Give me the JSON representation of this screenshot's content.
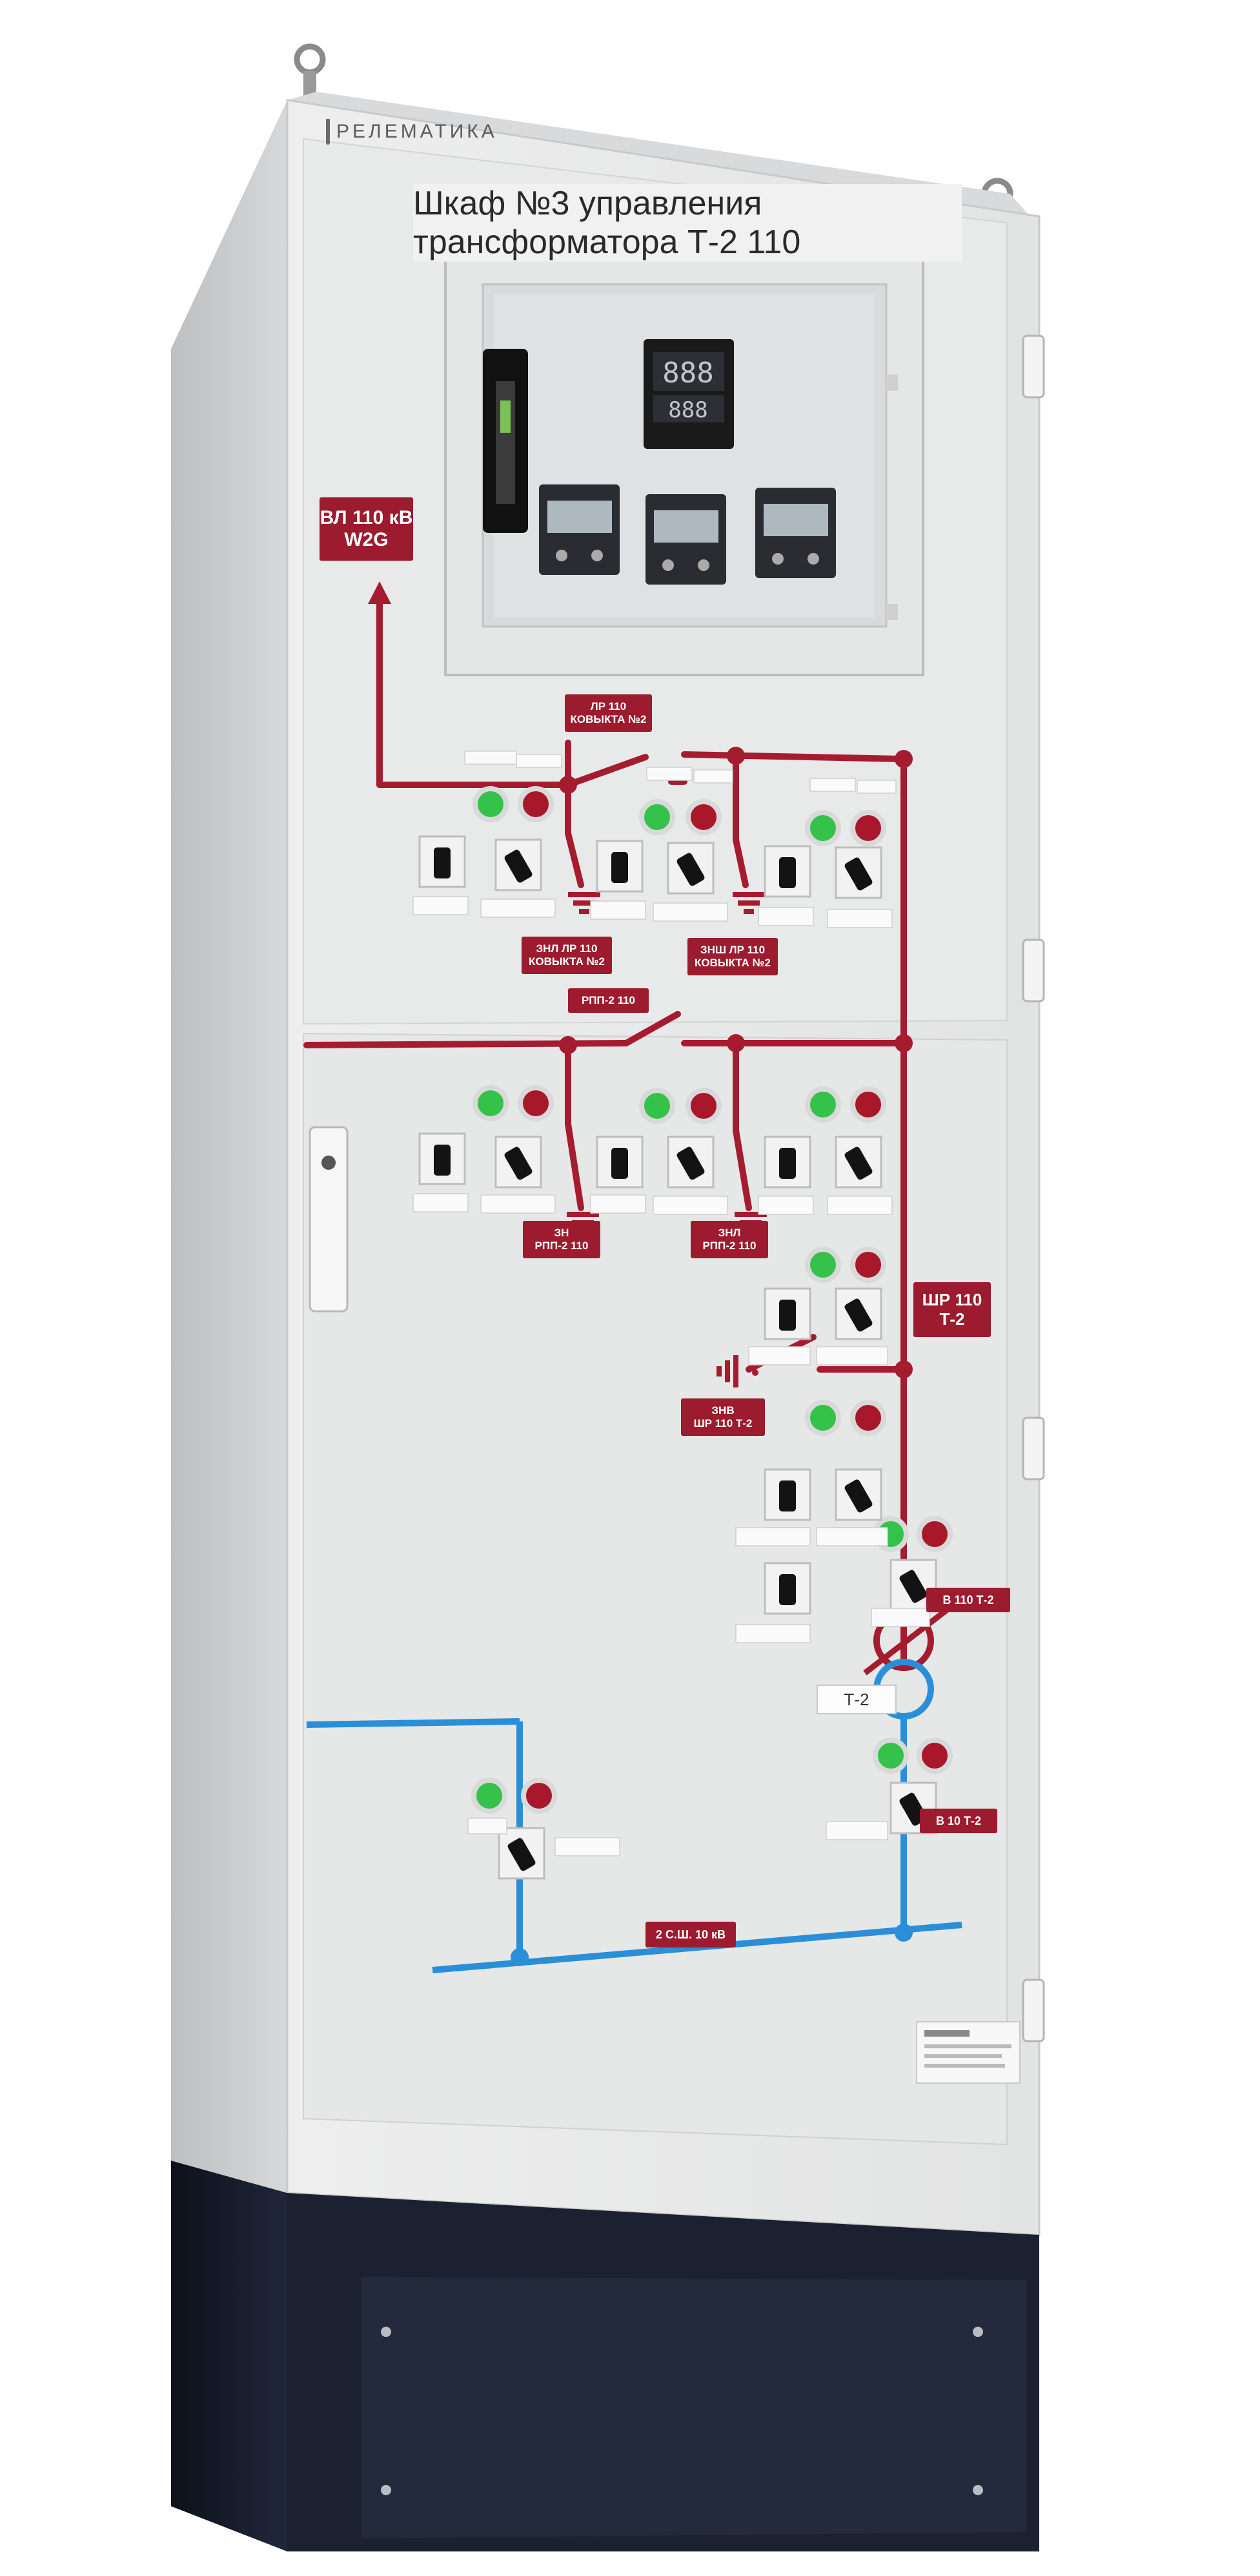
{
  "cabinet": {
    "brand": "РЕЛЕМАТИКА",
    "title": "Шкаф №3 управления трансформатора Т-2 110"
  },
  "tags": {
    "vl": [
      "ВЛ 110 кВ",
      "W2G"
    ],
    "lr": [
      "ЛР 110",
      "КОВЫКТА №2"
    ],
    "znl_lr": [
      "ЗНЛ ЛР 110",
      "КОВЫКТА №2"
    ],
    "znsh_lr": [
      "ЗНШ ЛР 110",
      "КОВЫКТА №2"
    ],
    "rpp": [
      "РПП-2 110"
    ],
    "zn_rpp": [
      "ЗН",
      "РПП-2 110"
    ],
    "znl_rpp": [
      "ЗНЛ",
      "РПП-2 110"
    ],
    "shr": [
      "ШР 110",
      "Т-2"
    ],
    "znv": [
      "ЗНВ",
      "ШР 110 Т-2"
    ],
    "v110": [
      "В 110 Т-2"
    ],
    "v10": [
      "В 10 Т-2"
    ],
    "bus10": [
      "2 С.Ш. 10 кВ"
    ]
  },
  "transformer_plate": "Т-2",
  "colors": {
    "enclosure": "#e9eaea",
    "door": "#e4e5e5",
    "plinth": "#1c2130",
    "mimic_red": "#a51c30",
    "mimic_blue": "#2a8fd8",
    "lamp_green": "#33c24a",
    "lamp_red": "#b0182c"
  },
  "icons": [
    "lifting-eye-icon",
    "door-hinge-icon",
    "door-handle-icon",
    "rotary-switch-icon",
    "indicator-lamp-icon",
    "ground-symbol-icon",
    "transformer-symbol-icon",
    "digital-meter-icon"
  ]
}
